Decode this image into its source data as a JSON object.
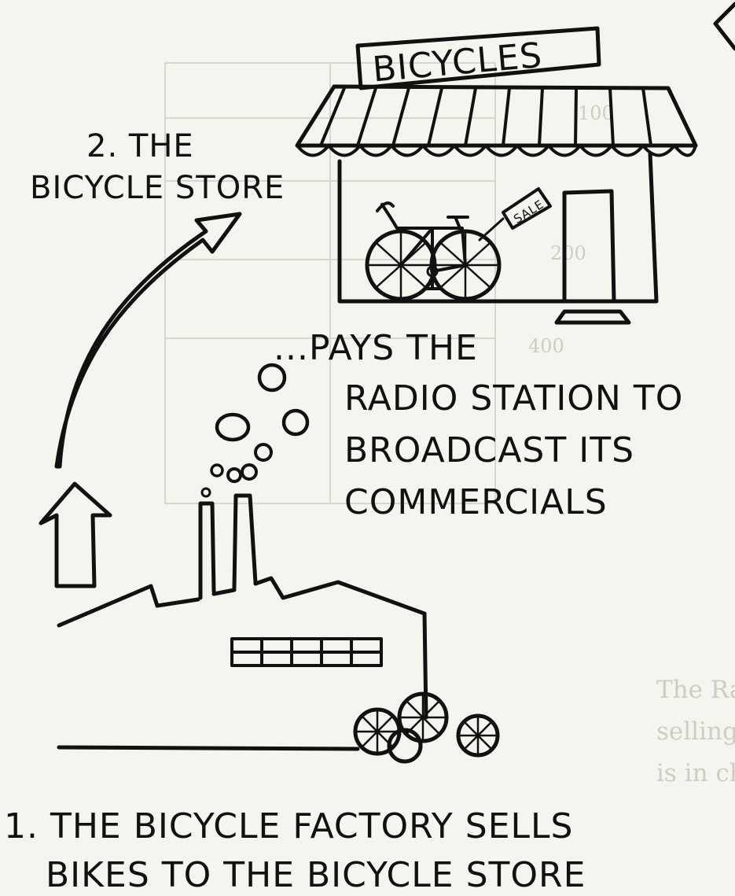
{
  "sign": {
    "text": "BICYCLES"
  },
  "tag": {
    "text": "SALE"
  },
  "labels": {
    "store": [
      "2. THE",
      "BICYCLE STORE"
    ],
    "pays": [
      "...PAYS THE",
      "RADIO STATION TO",
      "BROADCAST ITS",
      "COMMERCIALS"
    ],
    "factory": [
      "1. THE BICYCLE FACTORY SELLS",
      "BIKES TO THE BICYCLE STORE"
    ]
  },
  "bleed_through": {
    "lines": [
      "The Radio Station earns money by",
      "selling COMMERCIALS. The person who",
      "is in charge of commercials and advertise-"
    ],
    "figures": [
      "100",
      "200",
      "400"
    ]
  },
  "colors": {
    "ink": "#111111",
    "paper": "#f6f4ee",
    "bleed": "#d2cfc6"
  }
}
